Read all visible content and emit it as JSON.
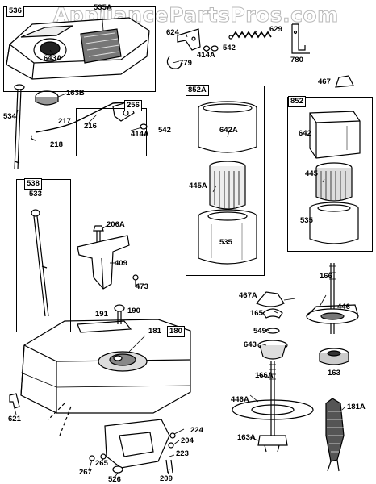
{
  "watermark": "AppliancePartsPros.com",
  "group_labels": {
    "g536": "536",
    "g256": "256",
    "g538": "538",
    "g852A": "852A",
    "g852": "852",
    "g180": "180"
  },
  "parts": {
    "p535A": "535A",
    "p643A": "643A",
    "p624": "624",
    "p779": "779",
    "p414A_top": "414A",
    "p542_top": "542",
    "p629": "629",
    "p780": "780",
    "p467": "467",
    "p163B": "163B",
    "p534": "534",
    "p217": "217",
    "p216": "216",
    "p218": "218",
    "p414A_mid": "414A",
    "p542_mid": "542",
    "p642A": "642A",
    "p445A": "445A",
    "p535_left": "535",
    "p642": "642",
    "p445": "445",
    "p535_right": "535",
    "p533": "533",
    "p206A": "206A",
    "p409": "409",
    "p473": "473",
    "p166": "166",
    "p467A": "467A",
    "p446": "446",
    "p165": "165",
    "p549": "549",
    "p643": "643",
    "p163": "163",
    "p166A": "166A",
    "p191": "191",
    "p190": "190",
    "p181": "181",
    "p446A": "446A",
    "p181A": "181A",
    "p621": "621",
    "p224": "224",
    "p204": "204",
    "p223": "223",
    "p163A": "163A",
    "p265": "265",
    "p267": "267",
    "p526": "526",
    "p209": "209"
  }
}
